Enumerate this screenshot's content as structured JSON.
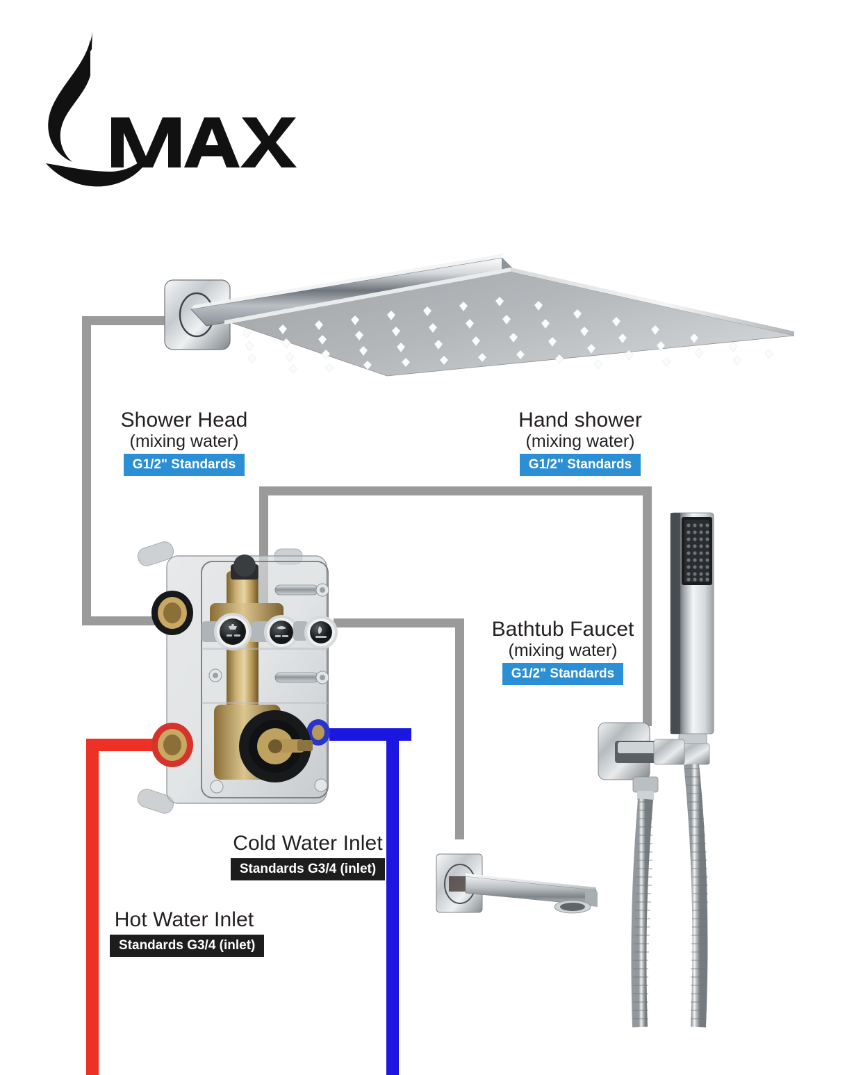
{
  "brand": {
    "name": "MAX",
    "logo_icon": "water-droplet-icon"
  },
  "diagram": {
    "type": "shower-system-plumbing-diagram",
    "callouts": [
      {
        "id": "shower-head",
        "title": "Shower Head",
        "subtitle": "(mixing water)",
        "badge": "G1/2\" Standards",
        "badge_style": "blue",
        "pipe_color": "#9a9a9a"
      },
      {
        "id": "hand-shower",
        "title": "Hand shower",
        "subtitle": "(mixing water)",
        "badge": "G1/2\" Standards",
        "badge_style": "blue",
        "pipe_color": "#9a9a9a"
      },
      {
        "id": "bathtub-faucet",
        "title": "Bathtub Faucet",
        "subtitle": "(mixing water)",
        "badge": "G1/2\" Standards",
        "badge_style": "blue",
        "pipe_color": "#9a9a9a"
      },
      {
        "id": "cold-water-inlet",
        "title": "Cold Water Inlet",
        "subtitle": "",
        "badge": "Standards G3/4 (inlet)",
        "badge_style": "dark",
        "pipe_color": "#1b16e0"
      },
      {
        "id": "hot-water-inlet",
        "title": "Hot Water Inlet",
        "subtitle": "",
        "badge": "Standards G3/4 (inlet)",
        "badge_style": "dark",
        "pipe_color": "#ee3124"
      }
    ],
    "products": [
      {
        "id": "rain-shower-head",
        "name": "square rain shower head with wall arm"
      },
      {
        "id": "rough-in-valve",
        "name": "brass thermostatic rough-in valve body"
      },
      {
        "id": "hand-shower-unit",
        "name": "square hand shower with bracket and hose"
      },
      {
        "id": "tub-spout",
        "name": "square wall-mount bathtub spout"
      }
    ],
    "colors": {
      "pipe_gray": "#9a9a9a",
      "pipe_hot_red": "#ee3124",
      "pipe_cold_blue": "#1b16e0",
      "badge_blue": "#2a8fd4",
      "badge_dark": "#1d1d1d",
      "text": "#231f20"
    }
  }
}
